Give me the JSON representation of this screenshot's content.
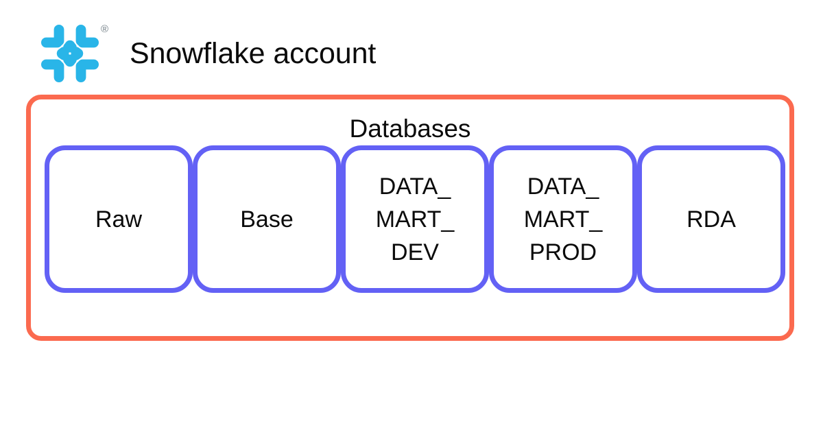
{
  "header": {
    "logo_icon": "snowflake-logo-icon",
    "logo_color": "#29b5e8",
    "trademark_symbol": "®",
    "title": "Snowflake account"
  },
  "account_container": {
    "border_color": "#fb6a4f",
    "label": "Databases"
  },
  "databases": {
    "box_border_color": "#6361f5",
    "items": [
      {
        "name": "raw",
        "label": "Raw"
      },
      {
        "name": "base",
        "label": "Base"
      },
      {
        "name": "data-mart-dev",
        "label": "DATA_\nMART_\nDEV"
      },
      {
        "name": "data-mart-prod",
        "label": "DATA_\nMART_\nPROD"
      },
      {
        "name": "rda",
        "label": "RDA"
      }
    ]
  }
}
